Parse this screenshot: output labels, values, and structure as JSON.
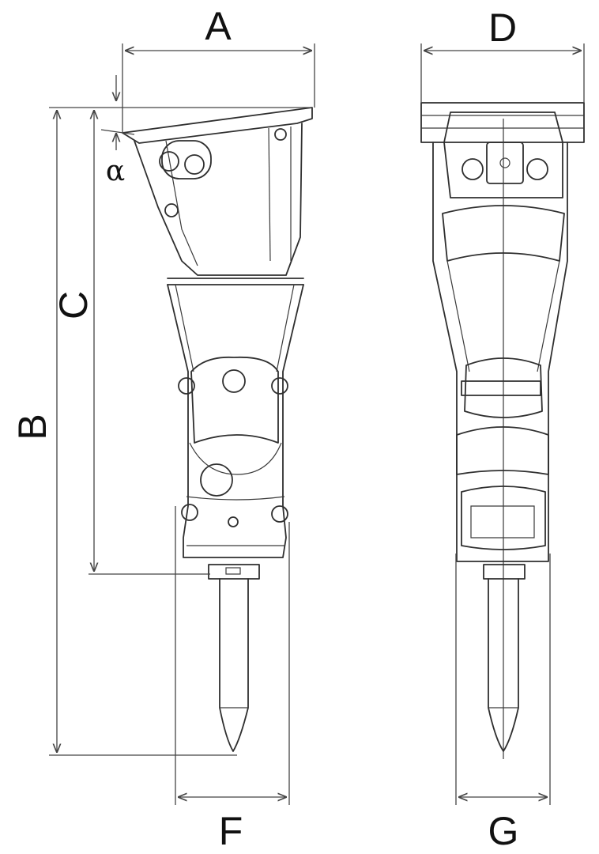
{
  "labels": {
    "A": "A",
    "B": "B",
    "C": "C",
    "D": "D",
    "F": "F",
    "G": "G",
    "alpha": "α"
  },
  "colors": {
    "line": "#2f2f2f",
    "background": "#ffffff"
  }
}
